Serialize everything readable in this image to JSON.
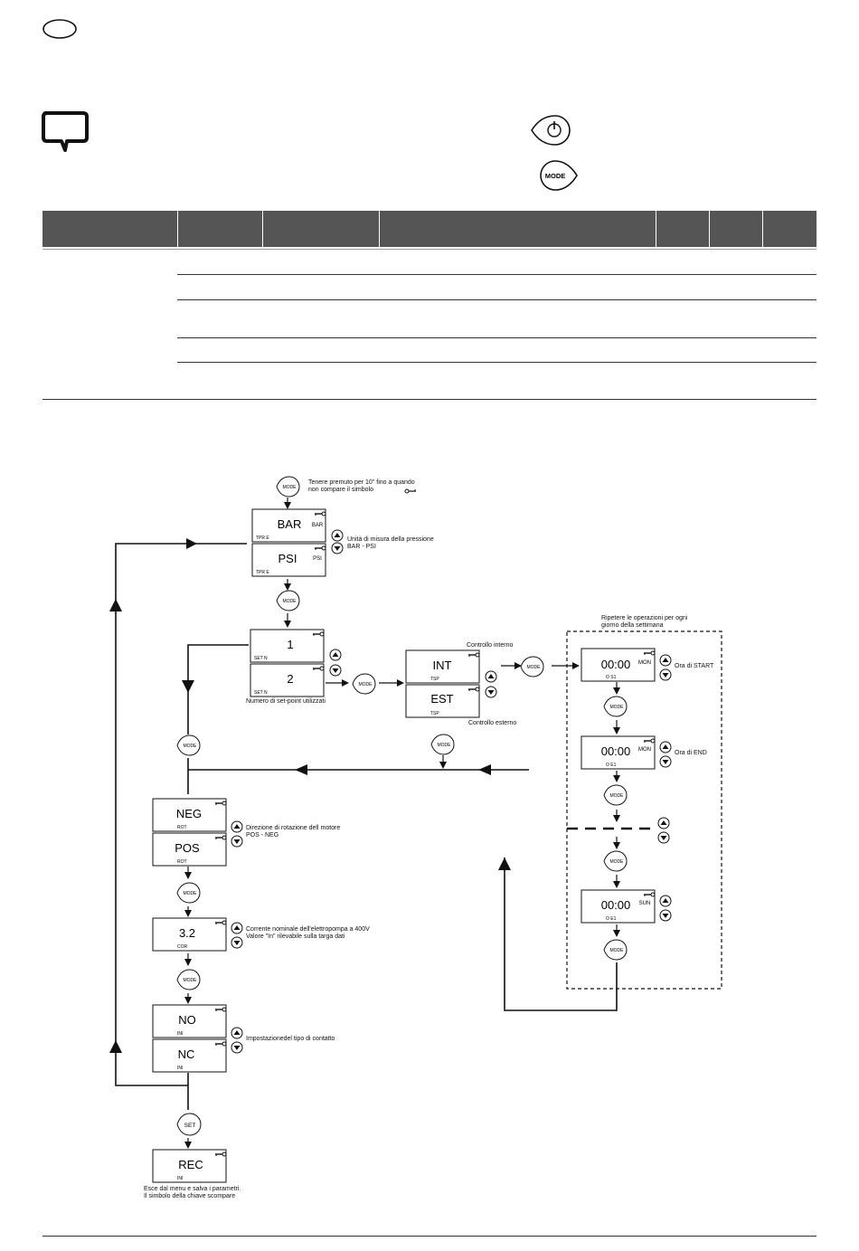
{
  "notes": {
    "hold_mode": [
      "Tenere premuto per 10\" fino a quando",
      "non compare il simbolo"
    ],
    "pressure_unit": [
      "Unità di misura della pressione",
      "BAR - PSI"
    ],
    "set_points": "Numero di set-point utilizzati",
    "internal_control": "Controllo interno",
    "external_control": "Controllo esterno",
    "repeat_days": [
      "Ripetere le operazioni per ogni",
      "giorno della settimana"
    ],
    "start_time": "Ora di START",
    "end_time": "Ora di END",
    "rotation": [
      "Direzione di rotazione dell motore",
      "POS - NEG"
    ],
    "current": [
      "Corrente nominale dell'elettropompa a 400V",
      "Valore \"In\" rilevabile sulla targa dati"
    ],
    "contact": "Impostazionedel tipo di contatto",
    "exit": [
      "Esce dal menu e salva i parametri.",
      "Il simbolo della chiave scompare"
    ]
  },
  "buttons": {
    "mode": "MODE",
    "mode_top": "MODE",
    "set": "SET"
  },
  "displays": {
    "bar": {
      "value": "BAR",
      "side": "BAR",
      "label": "TPR E"
    },
    "psi": {
      "value": "PSI",
      "side": "PSI",
      "label": "TPR E"
    },
    "set1": {
      "value": "1",
      "label": "SET N"
    },
    "set2": {
      "value": "2",
      "label": "SET N"
    },
    "int": {
      "value": "INT",
      "label": "TSP"
    },
    "est": {
      "value": "EST",
      "label": "TSP"
    },
    "start_mon": {
      "value": "00:00",
      "side": "MON",
      "label": "O S1"
    },
    "end_mon": {
      "value": "00:00",
      "side": "MON",
      "label": "O E1"
    },
    "sun": {
      "value": "00:00",
      "side": "SUN",
      "label": "O E1"
    },
    "neg": {
      "value": "NEG",
      "label": "ROT"
    },
    "pos": {
      "value": "POS",
      "label": "ROT"
    },
    "cor": {
      "value": "3.2",
      "label": "COR"
    },
    "no": {
      "value": "NO",
      "label": "INI"
    },
    "nc": {
      "value": "NC",
      "label": "INI"
    },
    "rec": {
      "value": "REC",
      "label": "INI"
    }
  }
}
